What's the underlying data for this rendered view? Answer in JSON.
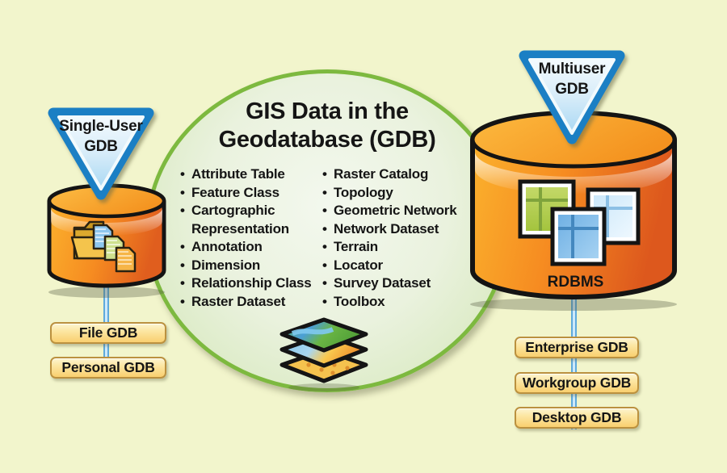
{
  "diagram_title": "GIS Data in the Geodatabase (GDB)",
  "circle": {
    "title_line1": "GIS Data in the",
    "title_line2": "Geodatabase (GDB)",
    "left_items": [
      "Attribute Table",
      "Feature Class",
      "Cartographic Representation",
      "Annotation",
      "Dimension",
      "Relationship Class",
      "Raster Dataset"
    ],
    "right_items": [
      "Raster Catalog",
      "Topology",
      "Geometric Network",
      "Network Dataset",
      "Terrain",
      "Locator",
      "Survey Dataset",
      "Toolbox"
    ],
    "bullet": "•"
  },
  "left_stack": {
    "funnel_label_line1": "Single-User",
    "funnel_label_line2": "GDB",
    "cylinder_icon": "folder-documents-icon",
    "boxes": [
      "File GDB",
      "Personal GDB"
    ]
  },
  "right_stack": {
    "funnel_label_line1": "Multiuser",
    "funnel_label_line2": "GDB",
    "cylinder_label": "RDBMS",
    "cylinder_icon": "database-tables-icon",
    "boxes": [
      "Enterprise GDB",
      "Workgroup GDB",
      "Desktop GDB"
    ]
  },
  "center_icon": "map-layers-icon",
  "colors": {
    "background": "#f2f5cc",
    "circle_border_green": "#7db93f",
    "circle_fill_light": "#eef5e3",
    "funnel_border_blue": "#1b7fc4",
    "funnel_fill_blue": "#cde8f8",
    "cylinder_orange_light": "#fbb42e",
    "cylinder_orange_dark": "#e2611e",
    "box_fill_gold": "#f9cf6f",
    "box_border_tan": "#bb913f",
    "connector_blue": "#5fa9dc",
    "outline_black": "#141414"
  }
}
